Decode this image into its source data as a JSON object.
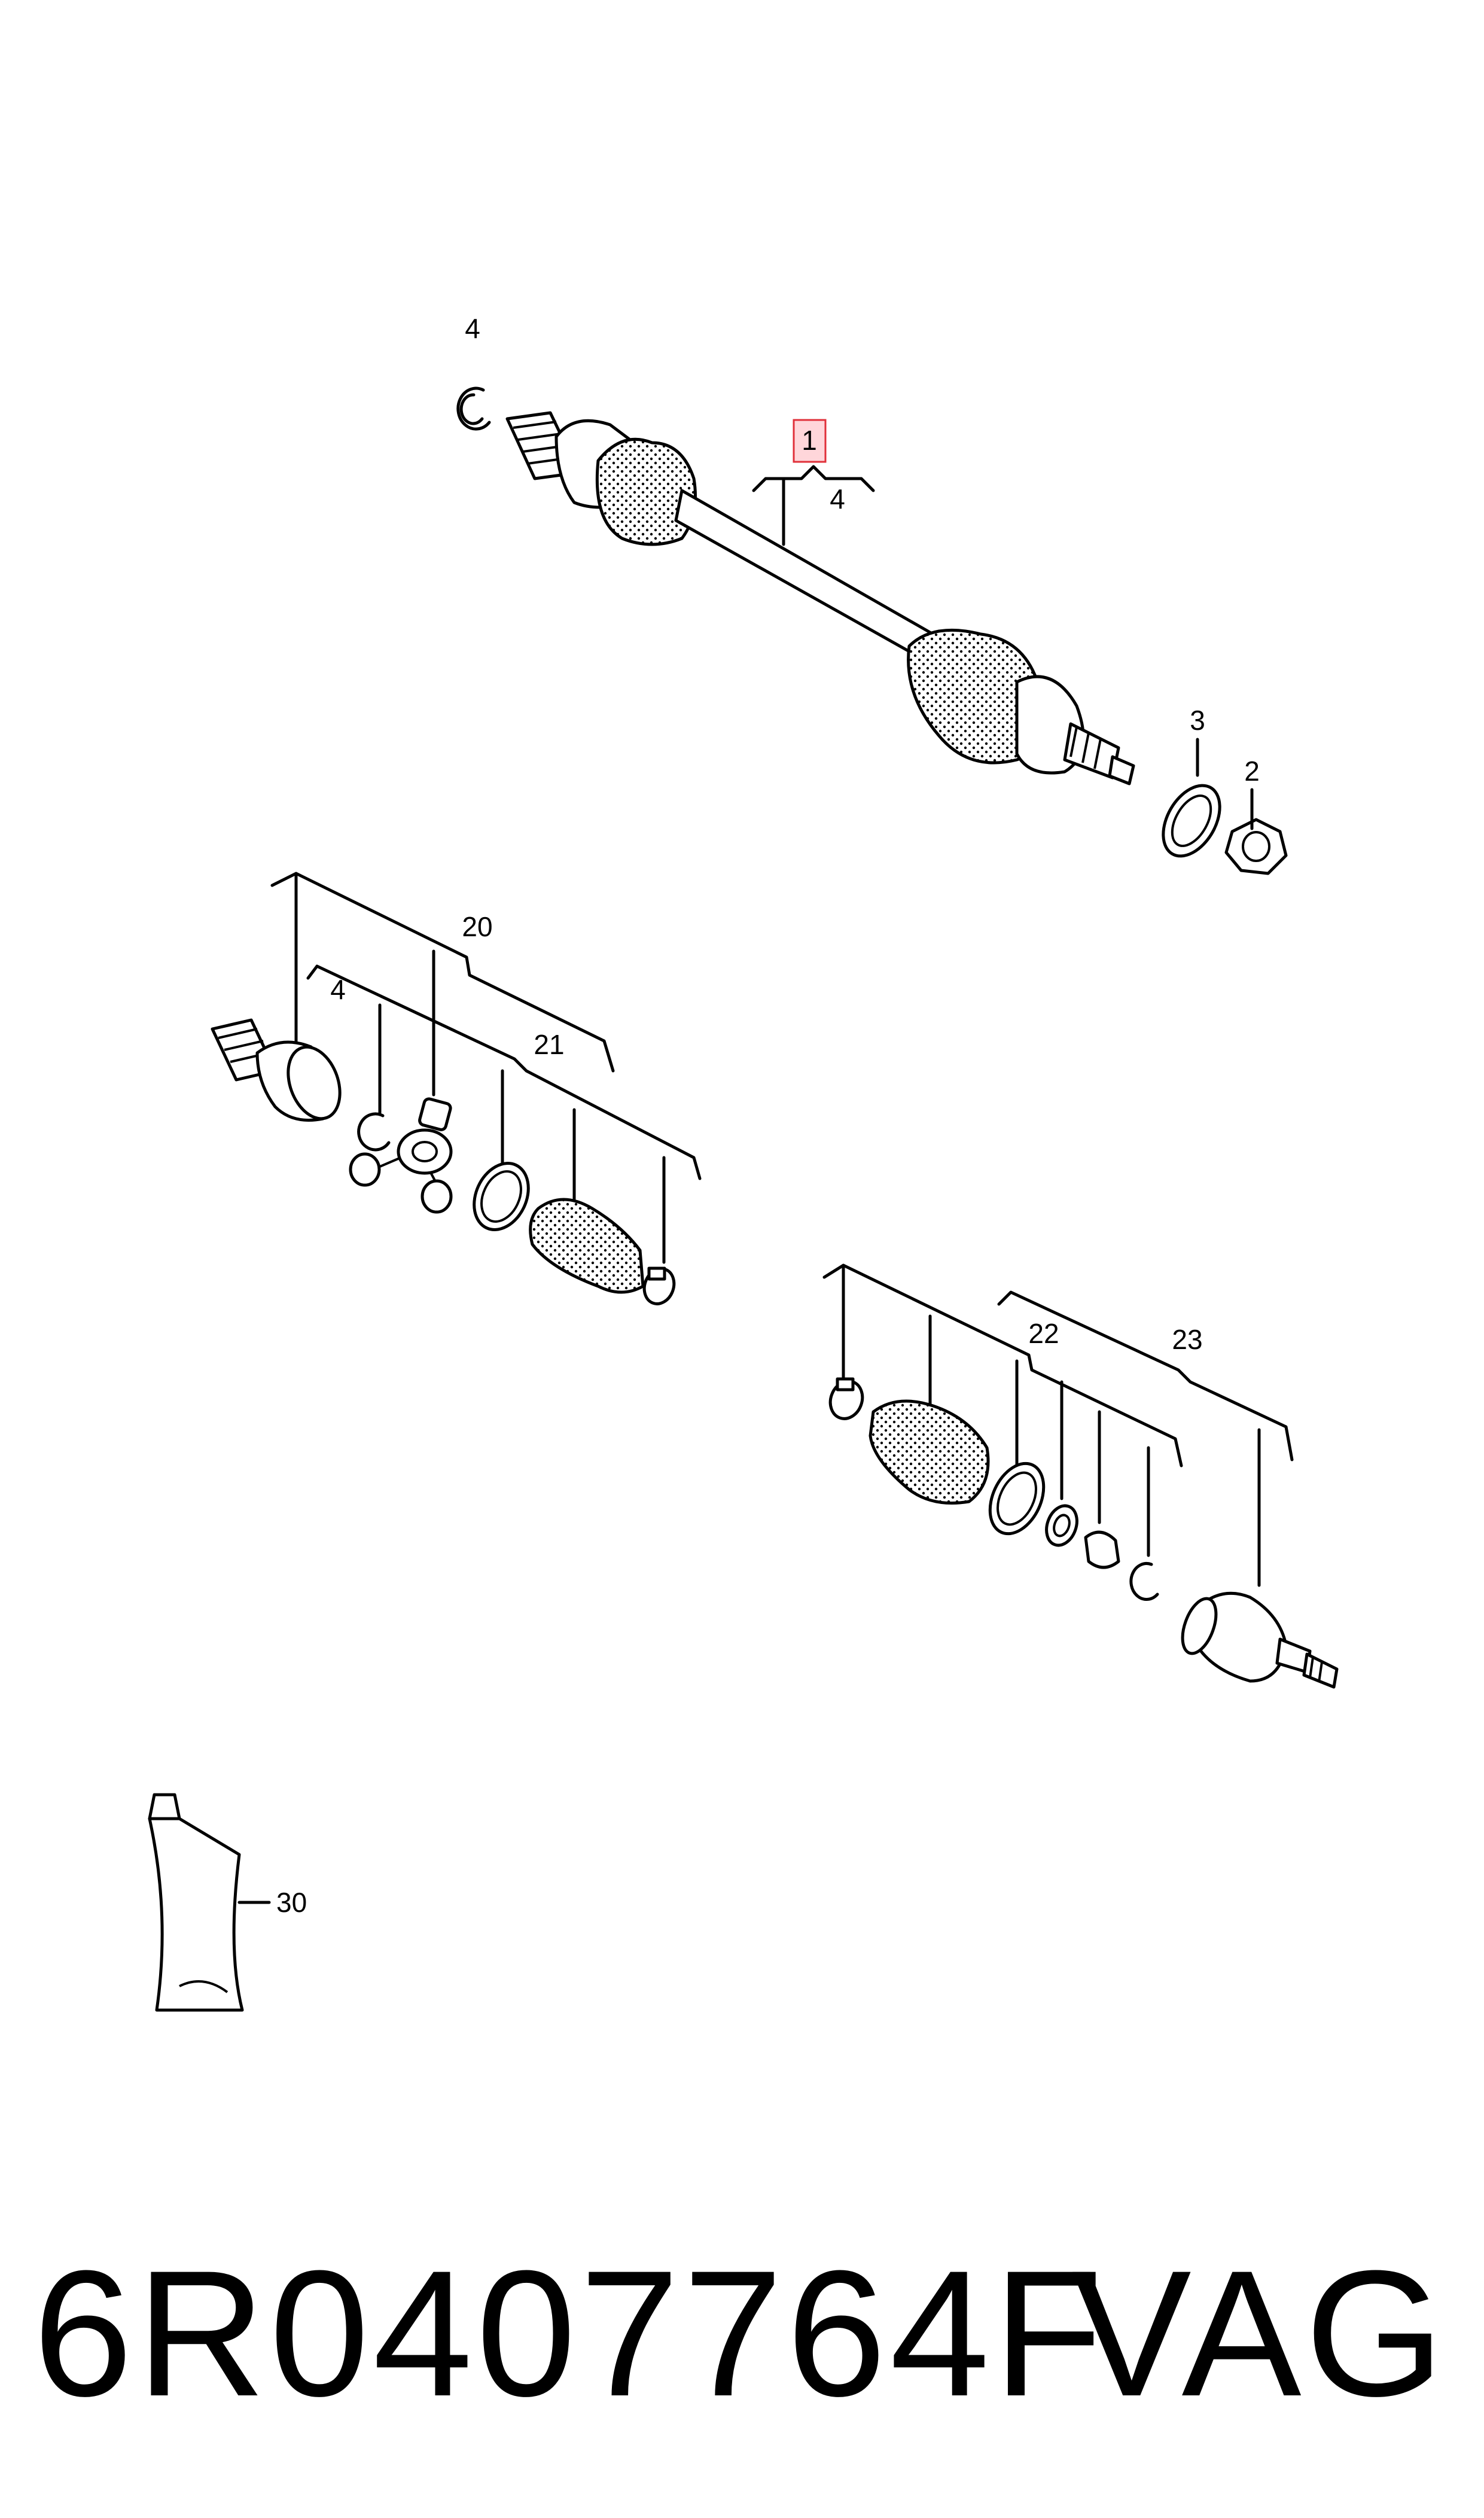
{
  "callouts": {
    "c1": "1",
    "c4_top": "4",
    "c4_bracket": "4",
    "c3": "3",
    "c2": "2",
    "c20": "20",
    "c4_left": "4",
    "c21": "21",
    "c22": "22",
    "c23": "23",
    "c30": "30"
  },
  "footer": {
    "part_number": "6R0407764F",
    "brand": "VAG"
  },
  "colors": {
    "highlight_fill": "#ffd6da",
    "highlight_stroke": "#e0303a",
    "ink": "#000000"
  }
}
